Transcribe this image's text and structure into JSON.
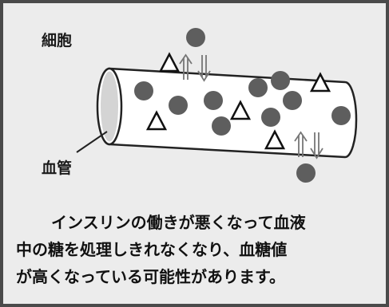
{
  "labels": {
    "cell": "細胞",
    "vessel": "血管"
  },
  "caption": {
    "line1": "インスリンの働きが悪くなって血液",
    "line2": "中の糖を処理しきれなくなり、血糖値",
    "line3": "が高くなっている可能性があります。"
  },
  "colors": {
    "panel_background": "#ececec",
    "panel_border": "#4a4a4a",
    "glucose_dot": "#5e5e5e",
    "arrow": "#777777"
  },
  "icons": {
    "glucose": "filled-circle",
    "insulin": "outlined-triangle",
    "transport": "double-vertical-arrows"
  }
}
